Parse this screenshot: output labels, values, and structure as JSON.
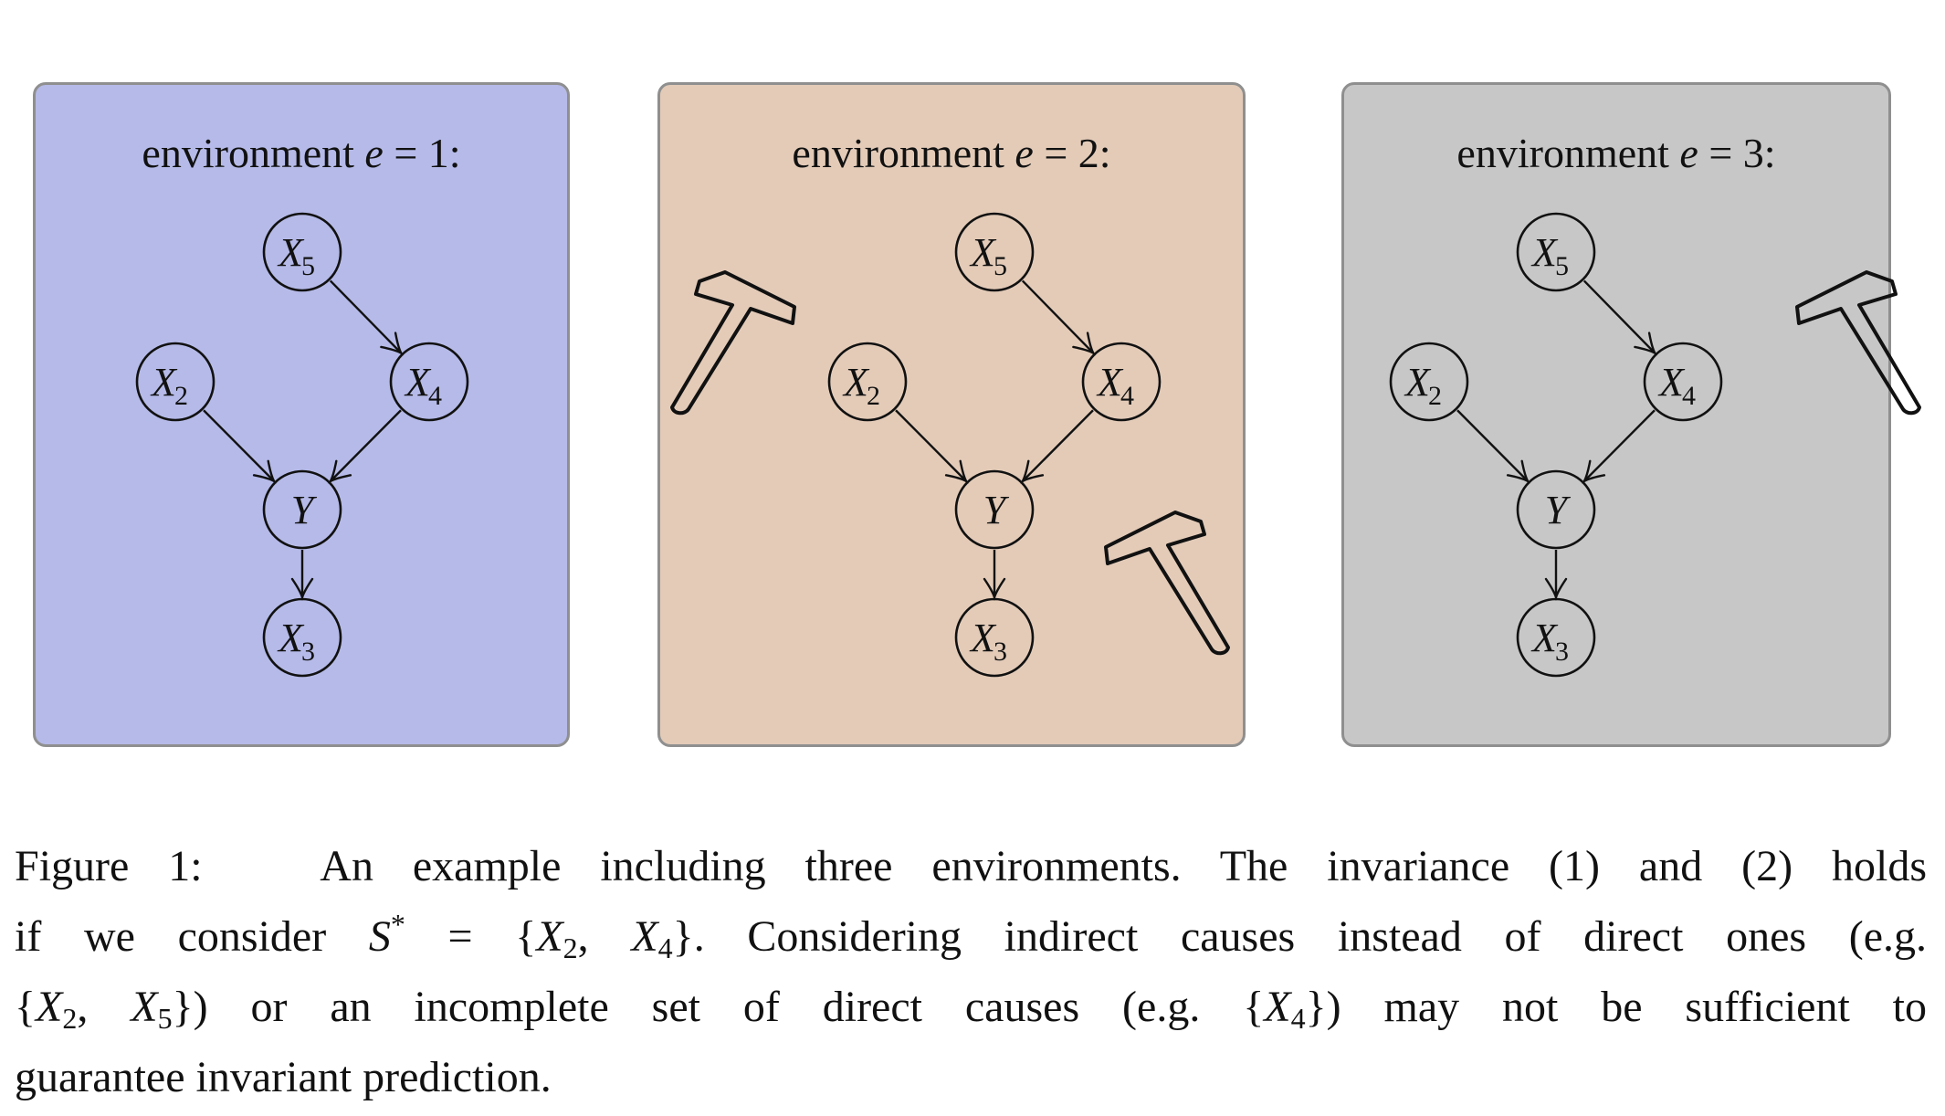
{
  "panels": [
    {
      "title_prefix": "environment ",
      "title_var": "e",
      "title_suffix": " = 1:",
      "background": "#b5bae8",
      "interventions": []
    },
    {
      "title_prefix": "environment ",
      "title_var": "e",
      "title_suffix": " = 2:",
      "background": "#e3cbb8",
      "interventions": [
        "X2",
        "X3"
      ]
    },
    {
      "title_prefix": "environment ",
      "title_var": "e",
      "title_suffix": " = 3:",
      "background": "#c7c7c7",
      "interventions": [
        "X4"
      ]
    }
  ],
  "nodes": [
    {
      "id": "X5",
      "letter": "X",
      "sub": "5"
    },
    {
      "id": "X2",
      "letter": "X",
      "sub": "2"
    },
    {
      "id": "X4",
      "letter": "X",
      "sub": "4"
    },
    {
      "id": "Y",
      "letter": "Y",
      "sub": ""
    },
    {
      "id": "X3",
      "letter": "X",
      "sub": "3"
    }
  ],
  "edges": [
    {
      "from": "X5",
      "to": "X4"
    },
    {
      "from": "X2",
      "to": "Y"
    },
    {
      "from": "X4",
      "to": "Y"
    },
    {
      "from": "Y",
      "to": "X3"
    }
  ],
  "caption": {
    "label": "Figure 1:",
    "l1": "An example including three environments.  The invariance (1) and (2) holds",
    "l2a": "if we consider ",
    "l2_S": "S",
    "l2_star": "*",
    "l2b": " = {",
    "l2c": "}.  Considering indirect causes instead of direct ones (e.g.",
    "l3a": "{",
    "l3b": "}) or an incomplete set of direct causes (e.g.  {",
    "l3c": "}) may not be sufficient to",
    "l4": "guarantee invariant prediction.",
    "X": "X",
    "sub2": "2",
    "sub4": "4",
    "sub5": "5",
    "comma": ", "
  }
}
